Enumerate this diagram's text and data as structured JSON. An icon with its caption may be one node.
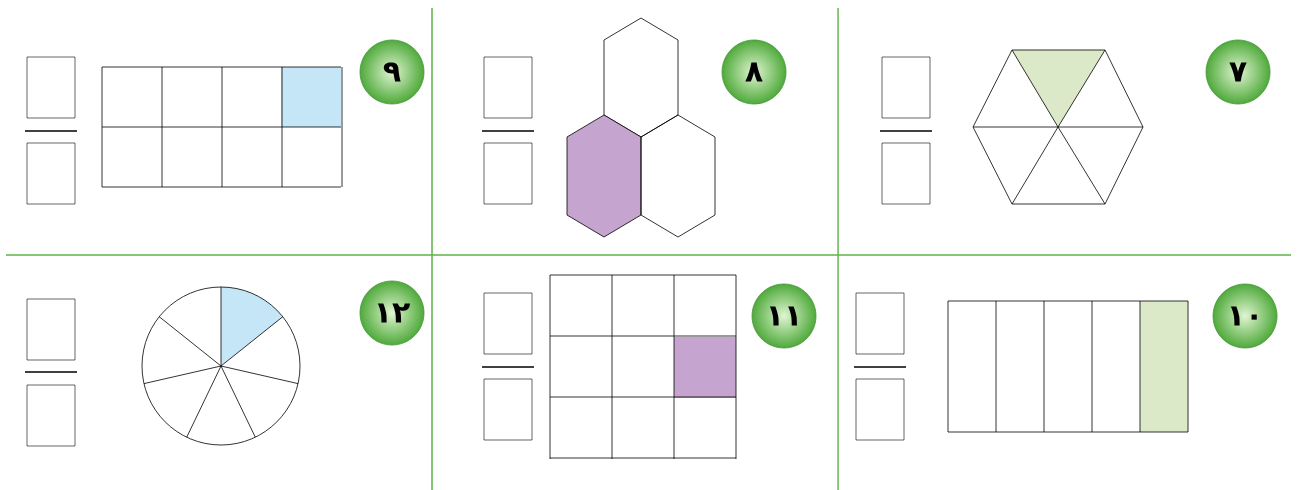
{
  "diagram": {
    "nodes": [
      {
        "text": [
          "٧"
        ]
      },
      {
        "text": [
          "٨"
        ]
      },
      {
        "text": [
          "٩"
        ]
      },
      {
        "text": [
          "١٠"
        ]
      },
      {
        "text": [
          "١١"
        ]
      },
      {
        "text": [
          "١٢"
        ]
      }
    ]
  }
}
